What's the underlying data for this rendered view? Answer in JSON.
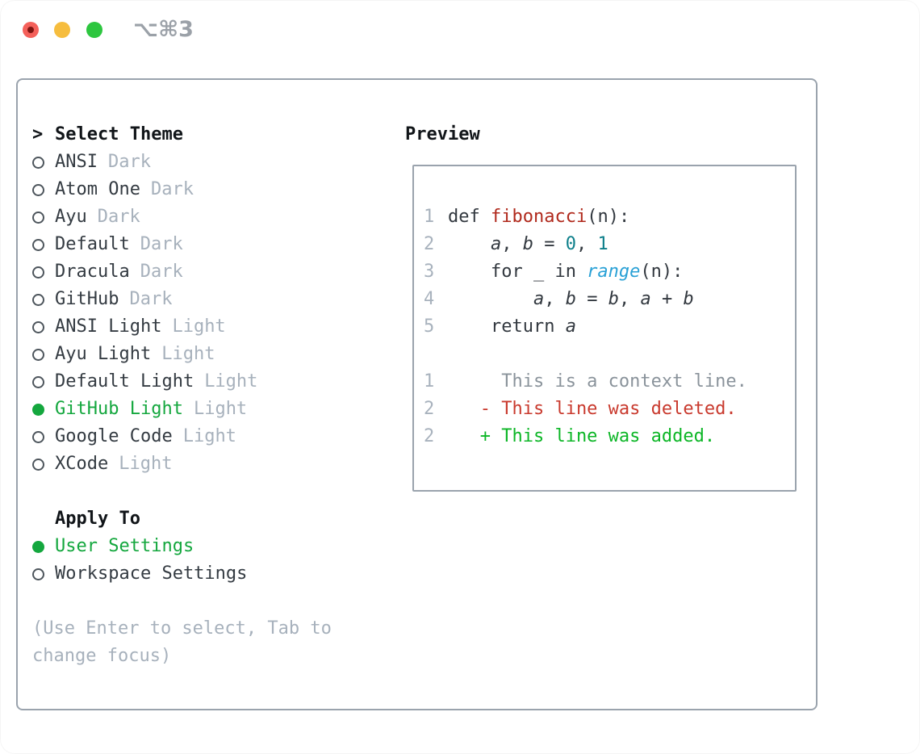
{
  "titlebar": {
    "shortcut": "⌥⌘3",
    "traffic_lights": [
      "close",
      "minimize",
      "zoom"
    ]
  },
  "colors": {
    "accent_green": "#14a73e",
    "muted_gray": "#a7b1bc",
    "panel_border": "#9aa3ad",
    "diff_added": "#0cb626",
    "diff_deleted": "#c93a2e",
    "function_red": "#b0291c",
    "number_teal": "#0d7f8a",
    "builtin_blue": "#2aa1d6",
    "traffic_red": "#f4605a",
    "traffic_yellow": "#f6bd3e",
    "traffic_green": "#2dc63f"
  },
  "theme_picker": {
    "prompt": ">",
    "header": "Select Theme",
    "themes": [
      {
        "name": "ANSI",
        "variant": "Dark",
        "selected": false
      },
      {
        "name": "Atom One",
        "variant": "Dark",
        "selected": false
      },
      {
        "name": "Ayu",
        "variant": "Dark",
        "selected": false
      },
      {
        "name": "Default",
        "variant": "Dark",
        "selected": false
      },
      {
        "name": "Dracula",
        "variant": "Dark",
        "selected": false
      },
      {
        "name": "GitHub",
        "variant": "Dark",
        "selected": false
      },
      {
        "name": "ANSI Light",
        "variant": "Light",
        "selected": false
      },
      {
        "name": "Ayu Light",
        "variant": "Light",
        "selected": false
      },
      {
        "name": "Default Light",
        "variant": "Light",
        "selected": false
      },
      {
        "name": "GitHub Light",
        "variant": "Light",
        "selected": true
      },
      {
        "name": "Google Code",
        "variant": "Light",
        "selected": false
      },
      {
        "name": "XCode",
        "variant": "Light",
        "selected": false
      }
    ]
  },
  "apply_to": {
    "header": "Apply To",
    "options": [
      {
        "label": "User Settings",
        "selected": true
      },
      {
        "label": "Workspace Settings",
        "selected": false
      }
    ]
  },
  "hint": "(Use Enter to select, Tab to change focus)",
  "preview": {
    "header": "Preview",
    "code_lines": [
      {
        "num": "1",
        "tokens": [
          {
            "t": "def ",
            "c": "code"
          },
          {
            "t": "fibonacci",
            "c": "fn"
          },
          {
            "t": "(n):",
            "c": "code"
          }
        ]
      },
      {
        "num": "2",
        "tokens": [
          {
            "t": "    ",
            "c": "code"
          },
          {
            "t": "a",
            "c": "var"
          },
          {
            "t": ", ",
            "c": "code"
          },
          {
            "t": "b",
            "c": "var"
          },
          {
            "t": " = ",
            "c": "code"
          },
          {
            "t": "0",
            "c": "num"
          },
          {
            "t": ", ",
            "c": "code"
          },
          {
            "t": "1",
            "c": "num"
          }
        ]
      },
      {
        "num": "3",
        "tokens": [
          {
            "t": "    for _ in ",
            "c": "code"
          },
          {
            "t": "range",
            "c": "builtin"
          },
          {
            "t": "(n):",
            "c": "code"
          }
        ]
      },
      {
        "num": "4",
        "tokens": [
          {
            "t": "        ",
            "c": "code"
          },
          {
            "t": "a",
            "c": "var"
          },
          {
            "t": ", ",
            "c": "code"
          },
          {
            "t": "b",
            "c": "var"
          },
          {
            "t": " = ",
            "c": "code"
          },
          {
            "t": "b",
            "c": "var"
          },
          {
            "t": ", ",
            "c": "code"
          },
          {
            "t": "a",
            "c": "var"
          },
          {
            "t": " + ",
            "c": "code"
          },
          {
            "t": "b",
            "c": "var"
          }
        ]
      },
      {
        "num": "5",
        "tokens": [
          {
            "t": "    return ",
            "c": "code"
          },
          {
            "t": "a",
            "c": "var"
          }
        ]
      }
    ],
    "diff_lines": [
      {
        "num": "1",
        "tokens": [
          {
            "t": "     This is a context line.",
            "c": "ctx"
          }
        ]
      },
      {
        "num": "2",
        "tokens": [
          {
            "t": "   - This line was deleted.",
            "c": "del"
          }
        ]
      },
      {
        "num": "2",
        "tokens": [
          {
            "t": "   + This line was added.",
            "c": "add"
          }
        ]
      }
    ]
  }
}
